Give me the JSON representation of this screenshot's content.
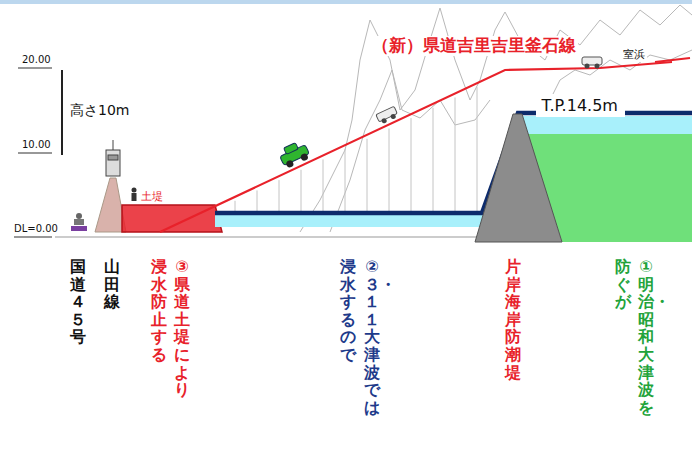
{
  "diagram": {
    "nodes": [
      {
        "text": [
          "T.P.14.5m"
        ]
      }
    ],
    "labels": [
      "20.00",
      "10.00",
      "DL=0.00",
      "高さ10m",
      "（新）県道吉里吉里釜石線",
      "室浜",
      "土堤",
      "国道４５号",
      "山田線",
      "③県道土堤により",
      "浸水防止する",
      "②３・１１大津波では",
      "浸水するので",
      "片岸海岸防潮堤",
      "①明治・昭和大津波を",
      "防ぐが"
    ]
  }
}
